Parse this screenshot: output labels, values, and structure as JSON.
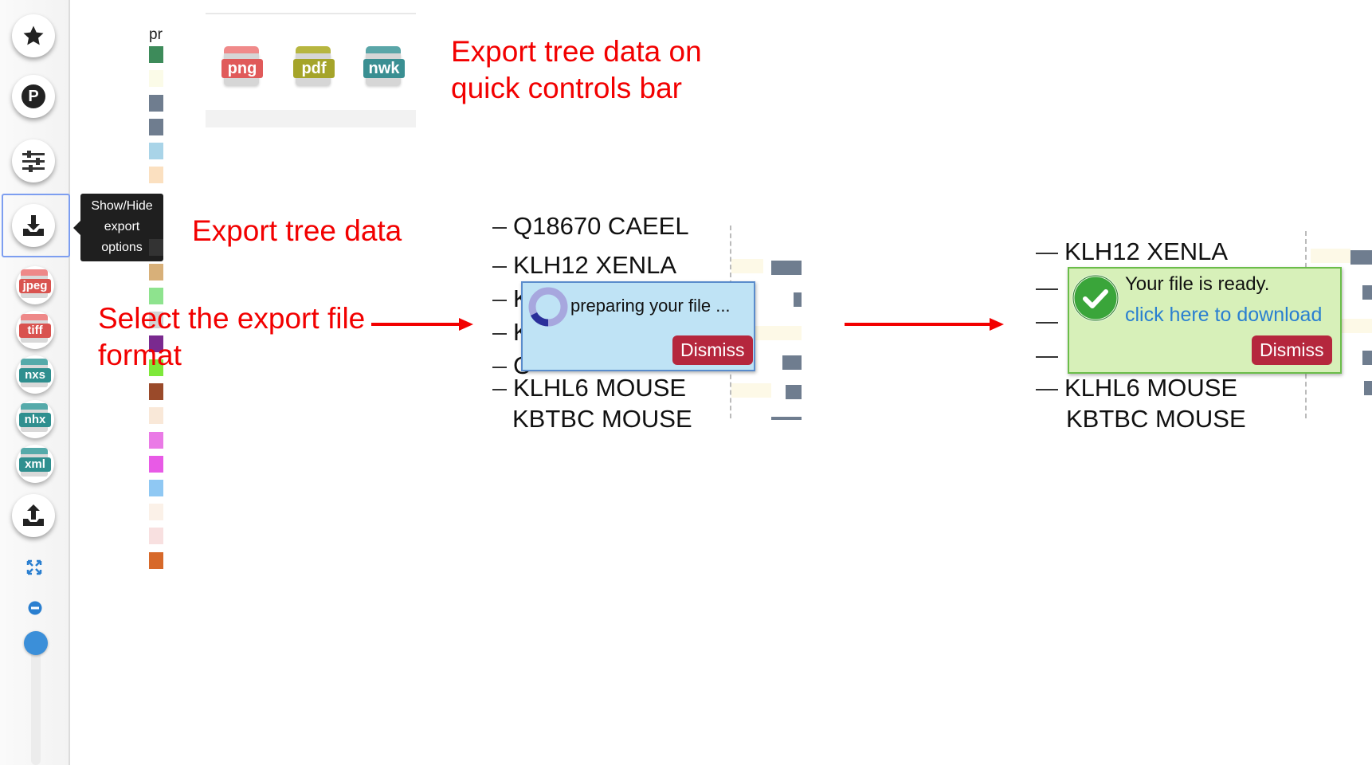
{
  "sidebar": {
    "buttons": [
      {
        "icon": "star-icon"
      },
      {
        "icon": "p-badge-icon",
        "text": "P"
      },
      {
        "icon": "sliders-icon"
      },
      {
        "icon": "download-icon"
      }
    ],
    "formats": [
      {
        "label": "jpeg",
        "color": "#d9534f"
      },
      {
        "label": "tiff",
        "color": "#d9534f"
      },
      {
        "label": "nxs",
        "color": "#2f8f8f"
      },
      {
        "label": "nhx",
        "color": "#2f8f8f"
      },
      {
        "label": "xml",
        "color": "#2f8f8f"
      }
    ],
    "upload_icon": "upload-icon",
    "fit_icon": "expand-arrows-icon",
    "zoom_out_icon": "minus-circle-icon"
  },
  "tooltip": {
    "line1": "Show/Hide",
    "line2": "export",
    "line3": "options"
  },
  "legend": {
    "header": "pr"
  },
  "quickbar": {
    "items": [
      {
        "label": "png",
        "color": "#e05a5a"
      },
      {
        "label": "pdf",
        "color": "#a5a42a"
      },
      {
        "label": "nwk",
        "color": "#3a8f92"
      }
    ]
  },
  "annotations": {
    "quick_line1": "Export tree data on",
    "quick_line2": "quick controls bar",
    "export": "Export tree data",
    "select_line1": "Select the export file",
    "select_line2": "format"
  },
  "tree_left": {
    "row0": "Q18670 CAEEL",
    "row1": "KLH12 XENLA",
    "row2": "K",
    "row3": "K",
    "row4": "C",
    "row5": "KLHL6 MOUSE",
    "row6": "KBTBC MOUSE"
  },
  "tree_right": {
    "row1": "KLH12 XENLA",
    "row5": "KLHL6 MOUSE",
    "row6": "KBTBC MOUSE"
  },
  "popup_preparing": {
    "text": "preparing your file ...",
    "dismiss": "Dismiss"
  },
  "popup_ready": {
    "line1": "Your file is ready.",
    "link": "click here to download",
    "dismiss": "Dismiss"
  },
  "colors": {
    "annotation_red": "#f20000",
    "dismiss_red": "#b5273d",
    "popup_blue_bg": "#bfe3f5",
    "popup_green_bg": "#d7f0b9",
    "link_blue": "#2a7fd0"
  }
}
